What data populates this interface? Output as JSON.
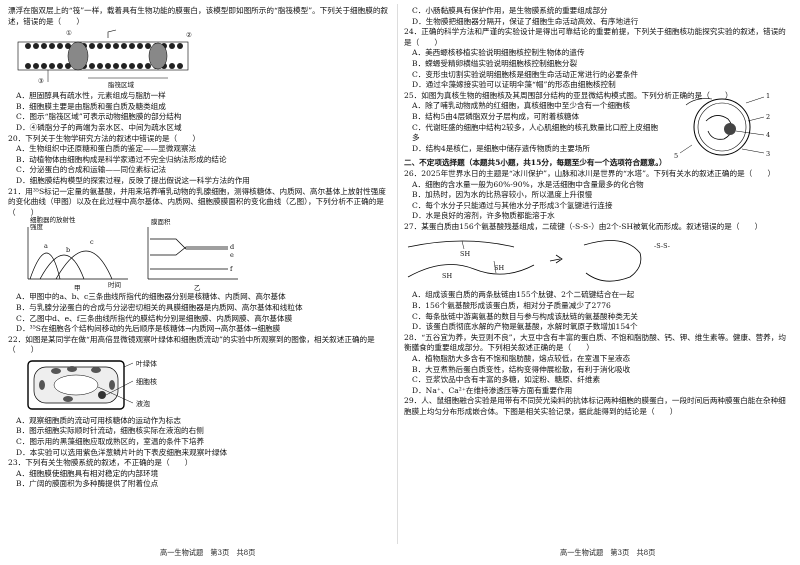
{
  "left": {
    "intro": "漂浮在脂双层上的“筏”一样，载着具有生物功能的膜蛋白，该模型即如图所示的“脂筏模型”。下列关于细胞膜的叙述，错误的是（　　）",
    "fig1": {
      "label1": "①",
      "label2": "②",
      "label3": "③",
      "region": "脂筏区域"
    },
    "q19_opts": [
      "A．胆固醇具有疏水性，元素组成与脂肪一样",
      "B．细胞膜主要是由脂质和蛋白质及糖类组成",
      "C．图示“脂筏区域”可表示动物细胞膜的部分结构",
      "D．④磷脂分子的两端为亲水区、中间为疏水区域"
    ],
    "q20": "20．下列关于生物学研究方法的叙述中错误的是（　　）",
    "q20_opts": [
      "A．生物组织中还原糖和蛋白质的鉴定——显微观察法",
      "B．动植物体由细胞构成是科学家通过不完全归纳法形成的结论",
      "C．分泌蛋白的合成和运输——同位素标记法",
      "D．细胞膜结构模型的探索过程，反映了提出假说这一科学方法的作用"
    ],
    "q21": "21．用³⁵S标记一定量的氨基酸，并用来培养哺乳动物的乳腺细胞，测得核糖体、内质网、高尔基体上放射性强度的变化曲线（甲图）以及在此过程中高尔基体、内质网、细胞膜膜面积的变化曲线（乙图），下列分析不正确的是（　　）",
    "fig2": {
      "ylabel_a": "细胞器的放射性强度",
      "ylabel_b": "膜面积",
      "xlabel": "时间",
      "name_a": "甲",
      "name_b": "乙",
      "a": "a",
      "b": "b",
      "c": "c",
      "d": "d",
      "e": "e",
      "f": "f"
    },
    "q21_opts": [
      "A．甲图中的a、b、c三条曲线所指代的细胞器分别是核糖体、内质网、高尔基体",
      "B．与乳腺分泌蛋白的合成与分泌密切相关的具膜细胞器是内质网、高尔基体和线粒体",
      "C．乙图中d、e、f三条曲线所指代的膜结构分别是细胞膜、内质网膜、高尔基体膜",
      "D．³⁵S在细胞各个结构间移动的先后顺序是核糖体→内质网→高尔基体→细胞膜"
    ],
    "q22": "22．如图是某同学在做“用高倍显微镜观察叶绿体和细胞质流动”的实验中所观察到的图像，相关叙述正确的是（　　）",
    "fig3": {
      "l1": "叶绿体",
      "l2": "细胞核",
      "l3": "液泡"
    },
    "q22_opts": [
      "A．观察细胞质的流动可用核糖体的运动作为标志",
      "B．图示细胞实际顺时针流动，细胞核实际在液泡的右侧",
      "C．图示用的黑藻细胞应取成熟区的，室温的条件下培养",
      "D．本实验可以选用紫色洋葱鳞片叶的下表皮细胞来观察叶绿体"
    ],
    "q23": "23．下列有关生物膜系统的叙述，不正确的是（　　）",
    "q23_opts": [
      "A．细胞膜使细胞具有相对稳定的内部环境",
      "B．广阔的膜面积为多种酶提供了附着位点"
    ],
    "footer": "高一生物试题　第3页　共8页"
  },
  "right": {
    "q23_cont": [
      "C．小肠黏膜具有保护作用，是生物膜系统的重要组成部分",
      "D．生物膜把细胞器分隔开，保证了细胞生命活动高效、有序地进行"
    ],
    "q24": "24．正确的科学方法和严谨的实验设计是得出可靠结论的重要前提，下列关于细胞核功能探究实验的叙述，错误的是（　　）",
    "q24_opts": [
      "A．美西螈核移植实验说明细胞核控制生物体的遗传",
      "B．蝾螈受精卵横缢实验说明细胞核控制细胞分裂",
      "C．变形虫切割实验说明细胞核是细胞生命活动正常进行的必要条件",
      "D．通过伞藻嫁接实验可以证明伞藻“帽”的形态由细胞核控制"
    ],
    "q25": "25．如图为真核生物的细胞核及其周围部分结构的亚显微结构模式图。下列分析正确的是（　　）",
    "q25_opts": [
      "A．除了哺乳动物成熟的红细胞，真核细胞中至少含有一个细胞核",
      "B．结构5由4层磷脂双分子层构成，可附着核糖体",
      "C．代谢旺盛的细胞中结构2较多，人心肌细胞的核孔数量比口腔上皮细胞多",
      "D．结构4是核仁，是细胞中储存遗传物质的主要场所"
    ],
    "fig4": {
      "n1": "1",
      "n2": "2",
      "n3": "3",
      "n4": "4",
      "n5": "5"
    },
    "section": "二、不定项选择题（本题共5小题，共15分，每题至少有一个选项符合题意。）",
    "q26": "26．2025年世界水日的主题是“冰川保护”，山脉和冰川是世界的“水塔”。下列有关水的叙述正确的是（　　）",
    "q26_opts": [
      "A．细胞的含水量一般为60%-90%，水是活细胞中含量最多的化合物",
      "B．加热时，因为水的比热容较小，所以温度上升很慢",
      "C．每个水分子只能通过与其他水分子形成3个氢键进行连接",
      "D．水是良好的溶剂，许多物质都能溶于水"
    ],
    "q27": "27．某蛋白质由156个氨基酸残基组成，二硫键（-S-S-）由2个-SH被氧化而形成。叙述错误的是（　　）",
    "fig5": {
      "sh1": "SH",
      "sh2": "SH",
      "sh3": "SH",
      "ss": "-S-S-"
    },
    "q27_opts": [
      "A．组成该蛋白质的两条肽链由155个肽键、2个二硫键结合在一起",
      "B．156个氨基酸形成该蛋白质，相对分子质量减少了2776",
      "C．每条肽链中游离氨基的数目与参与构成该肽链的氨基酸种类无关",
      "D．该蛋白质彻底水解的产物是氨基酸，水解时氧原子数增加154个"
    ],
    "q28": "28．“五谷宜为养，失豆则不良”，大豆中含有丰富的蛋白质、不饱和脂肪酸、钙、钾、维生素等。健康、营养，均衡膳食的重要组成部分。下列相关叙述正确的是（　　）",
    "q28_opts": [
      "A．植物脂肪大多含有不饱和脂肪酸，熔点较低，在室温下呈液态",
      "B．大豆煮熟后蛋白质变性，结构变得伸展松散，有利于消化吸收",
      "C．豆浆饮品中含有丰富的多糖，如淀粉、糖原、纤维素",
      "D．Na⁺、Ca²⁺在维持渗透压等方面有重要作用"
    ],
    "q29": "29．人、鼠细胞融合实验是用带有不同荧光染料的抗体标记两种细胞的膜蛋白，一段时间后两种膜蛋白能在杂种细胞膜上均匀分布形成嵌合体。下图是相关实验记录，据此能得到的结论是（　　）",
    "footer": "高一生物试题　第3页　共8页"
  }
}
